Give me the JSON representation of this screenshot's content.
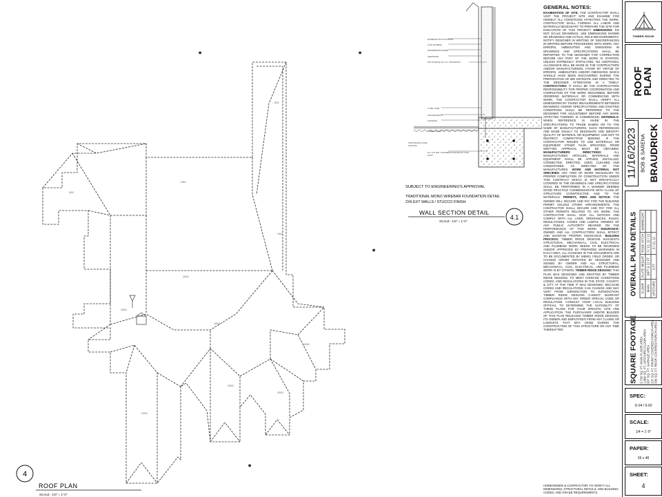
{
  "drawing": {
    "roof_plan": {
      "title": "ROOF PLAN",
      "scale": "SCALE : 1/4\" = 1'-0\"",
      "detail_number": "4"
    },
    "wall_section": {
      "title": "WALL SECTION DETAIL",
      "scale": "SCALE : 1/4\" = 1'-0\"",
      "detail_number": "4.1",
      "engineering_note": "SUBJECT TO ENGINEERING'S APPROVAL",
      "caption_1": "TRADITIONAL MONO W/REBAR FOUNDATION DETAIL",
      "caption_2": "2X6 EXT WALLS / STUCCO FINISH"
    }
  },
  "notes": {
    "title": "GENERAL NOTES:",
    "paragraphs": [
      {
        "label": "EXAMINATION OF SITE:",
        "text": " THE CONTRACTOR SHALL VISIT THE PROJECT SITE AND EXAMINE FOR HIMSELF ALL CONDITIONS AFFECTING THE WORK. CONTRACTOR SHALL FURNISH ALL LABOR AND MATERIALS NECESSARY TO PREPARE THE SITE FOR EXECUTION OF THIS PROJECT."
      },
      {
        "label": "DIMENSIONS:",
        "text": " DO NOT SCALE DRAWINGS. USE DIMENSIONS SHOWN ON DRAWINGS AND ACTUAL FIELD MEASUREMENTS. NOTIFY DESIGNER IN WRITING OF DISCREPANCIES IN WRITING BEFORE PROCEEDING WITH WORK. ANY ERRORS, AMBIGUITIES AND OMISSIONS IN DRAWINGS AND SPECIFICATIONS SHALL BE REPORTED TO THE DESIGNER FOR CORRECTION BEFORE ANY PART OF THE WORK IS STARTED. UNLESS EXPRESSLY STIPULATED, NO ADDITIONAL ALLOWANCE WILL BE MADE IN THE CONTRACTORS AND/OR MANUFACTURERS, FAVOR BY VIRTUE OF ERRORS, AMBIGUITIES AND/OR OMISSIONS WHICH SHOULD HAVE BEEN DISCOVERED DURING THE PREPARATION OF BID ESTIMATE AND DIRECTED TO THE DESIGNER ATTENTIONS IN A TIMELY."
      },
      {
        "label": "CONTRACTORS:",
        "text": " IT SHALL BE THE CONTRACTORS RESPONSIBILITY FOR PROPER COORDINATION AND COMPLETION OF THE WORK DESCRIBED, BEFORE ORDERING MATERIALS OR COMMENCING WITH WORK, THE CONTRACTOR SHALL VERIFY ALL DIMENSIONS BY TAKING MEASUREMENTS BETWEEN DRAWINGS AND/OR SPECIFICATIONS AND EXISTING CONDITIONS SHALL BE REFERRED TO THE DESIGNER FOR ADJUSTMENT BEFORE ANY WORK AFFECTED THEREBY IS COMMENCED."
      },
      {
        "label": "MATERIALS:",
        "text": " WHEN REFERENCE IS MADE IN THE SPECIFICATIONS TO TRADE NAMES OR TO THE NAME OF MANUFACTURERS, SUCH REFERENCES ARE MADE SOLELY TO DESIGNATE AND IDENTIFY QUALITY OF MATERIAL OR EQUIPMENT, AND NOT TO RESTRICT COMPETITIVE BIDDING. IF THE CONTRACTOR WISHES TO USE MATERIALS OR EQUIPMENT OTHER THAN SPECIFIED, PRIOR WRITTEN APPROVAL MUST BE OBTAINED."
      },
      {
        "label": "MANUFACTURERS DIRECTIONS:",
        "text": " ALL MANUFACTURES ARTICLES, MATERIALS AND EQUIPMENT SHALL BE APPLIED, INSTALLED, CONNECTED, ERECTED, USED, CLEANED AND CONDITIONED AS DIRECTED BY THE MANUFACTURES."
      },
      {
        "label": "WORK AND MATERIAL NOT SPECIFIED:",
        "text": " ANY ITEM OF WORK NECESSARY TO PROPER COMPLETION OF CONSTRUCTION UNDER THIS CONTRACT WHICH IS NOT SPECIFICALLY COVERED IN THE DRAWINGS AND SPECIFICATIONS SHALL BE PERFORMED IN A MANNER DEEMED GOOD PRACTICE COMMENSURATE WITH CLASS OF STRUCTURE CONSTRUCTED AND TO THE MATERIALS."
      },
      {
        "label": "PERMITS, FEES AND NOTICE:",
        "text": " THE OWNER WILL SECURE AND PAY FOR THE BUILDING PERMIT UNLESS OTHER ARRANGEMENTS. THE CONTRACTOR SHALL SECURE AND PAY FOR ALL OTHER PERMITS RELATED TO HIS WORK. THE CONTRACTOR SHALL GIVE ALL NOTICES AND COMPLY WITH ALL LAWS, ORDINANCES, RULES, REGULATIONS, CODES AND LAWFUL ORDERS OF ANY PUBLIC AUTHORITY BEARING ON THE PERFORMANCE OF THIS WORK."
      },
      {
        "label": "INSURANCE:",
        "text": " OWNER AND ALL CONTRACTORS SHALL EFFECT AND MAINTAIN PROPER INSURANCE."
      },
      {
        "label": "BUILDING PROCESS:",
        "text": " TIMBER RIDGE DESIGNS SUGGESTS STRUCTURAL, MECHANICAL, CIVIL, ELECTRICAL AND PLUMBING WORK NEEDS TO BE REVIEWED AND/OR APPROVED BY PREPARED WORKMEN IN EACH AREA. ALL CHANGES IN THE DOCUMENTS ARE TO BE DOCUMENTED BY MEMO, FIELD ORDER, OR CHANGE ORDER INITIATED BY DESIGNER AND SIGNED BY OWNER AND ALL STRUCTURAL, MECHANICAL, CIVIL, ELECTRICAL, AND PLUMBING WORK IS BY OTHERS."
      },
      {
        "label": "TIMBER RIDGE DESIGNS:",
        "text": " THIS PLAN WAS DESIGNED AND DRAFTED BY TIMBER RIDGE DESIGNS, TO MEET AVERAGE CONDITIONS CODES, AND REGULATIONS IN THE STATE, COUNTY, & CITY AT THE TIME IT WAS DESIGNED. BECAUSE CODES AND REGULATIONS CAN CHANGE AND MAY VARY FROM JURISDICTION TO JURISDICTION, TIMBER RIDGE DESIGNS CANNOT WARRANT COMPLIANCE WITH ANY ORDER SPECIAL CODE OR REGULATION. CONSULT YOUR LOCAL BUILDING OFFICIAL TO DETERMINE THE SUITABILITY OF THESE PLANS FOR YOUR SPECIFIC SITE AND APPLICATION. THE PURCHASER AND/OR BUILDER OF THIS PLAN RELEASES TIMBER RIDGE DESIGNS, ITS OWNER AND EMPLOYEES FROM ANY CLAIMS OR LAWSUITS THAT MAY ARISE DURING THE CONSTRUCTION OF THIS STRUCTURE OR ANY TIME THEREAFTER."
      }
    ],
    "footer": "HOMEOWNER & CONTRACTOR: TO VERIFY ALL DIMENSIONS, STRUCTURAL DETAILS, AND BUILDING CODES, AND GRADE REQUIREMENTS."
  },
  "titleblock": {
    "logo_text": "TIMBER RIDGE",
    "sheet_title": "ROOF PLAN",
    "date": "11/16/2023",
    "client_line1": "BOB & SARENA",
    "client_line2": "BRAUDRICK",
    "plan_details_title": "OVERALL PLAN DETAILS",
    "plan_details_rows": [
      [
        "FLOOR",
        "PLATE HEIGHT",
        "ROOF PITCH",
        "WIN/HEIGHT"
      ],
      [
        "MAIN",
        "10FT & 12 FT",
        "3 / 12, 12 / 12",
        ""
      ],
      [
        "UPSTAIRS",
        "9 FT",
        "3 / 12, 12",
        ""
      ]
    ],
    "sqft_title": "SQUARE FOOTAGE",
    "sqft_lines": [
      "3,726 SQ. FT. MAIN FLOOR AREA",
      "1,050 SQ. FT. UPSTAIRS FLOOR AREA",
      "937 SQ. FT. GARAGE AREA",
      "237 SQ. FT. FRONT COVERED PORCH AREA",
      "336 SQ. FT. REAR COVERED PORCH AREA"
    ],
    "spec_label": "SPEC:",
    "spec_value": "D-04 / 5-00",
    "scale_label": "SCALE:",
    "scale_value": "1/4 = 1'-0\"",
    "paper_label": "PAPER:",
    "paper_value": "36 x 48",
    "sheet_label": "SHEET:",
    "sheet_value": "4"
  }
}
